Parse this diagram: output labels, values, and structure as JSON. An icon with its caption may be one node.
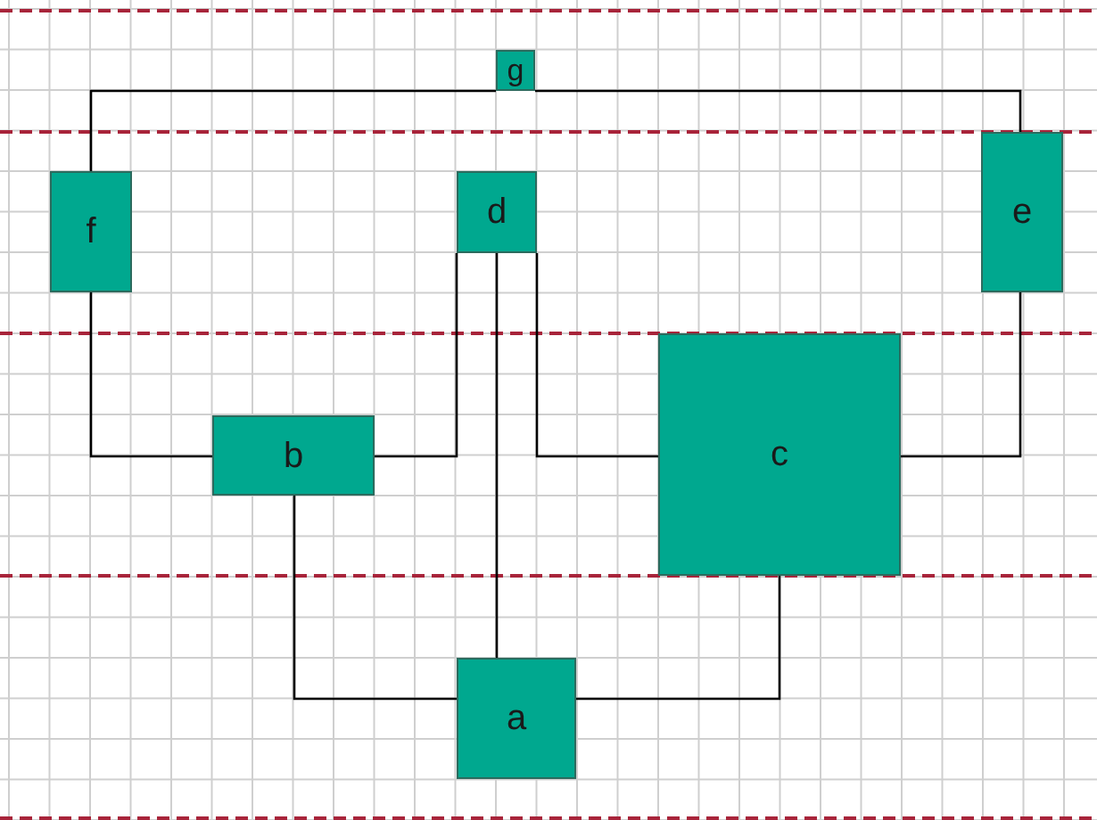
{
  "diagram": {
    "nodes": [
      {
        "text": [
          "g"
        ]
      },
      {
        "text": [
          "f"
        ]
      },
      {
        "text": [
          "d"
        ]
      },
      {
        "text": [
          "e"
        ]
      },
      {
        "text": [
          "b"
        ]
      },
      {
        "text": [
          "c"
        ]
      },
      {
        "text": [
          "a"
        ]
      }
    ],
    "edges": [
      {
        "from": 0,
        "to": 1,
        "arrow": "none"
      },
      {
        "from": 0,
        "to": 3,
        "arrow": "none"
      },
      {
        "from": 1,
        "to": 4,
        "arrow": "none"
      },
      {
        "from": 4,
        "to": 2,
        "arrow": "none"
      },
      {
        "from": 2,
        "to": 6,
        "arrow": "none"
      },
      {
        "from": 2,
        "to": 5,
        "arrow": "none"
      },
      {
        "from": 5,
        "to": 3,
        "arrow": "none"
      },
      {
        "from": 4,
        "to": 6,
        "arrow": "none"
      },
      {
        "from": 5,
        "to": 6,
        "arrow": "none"
      }
    ]
  }
}
